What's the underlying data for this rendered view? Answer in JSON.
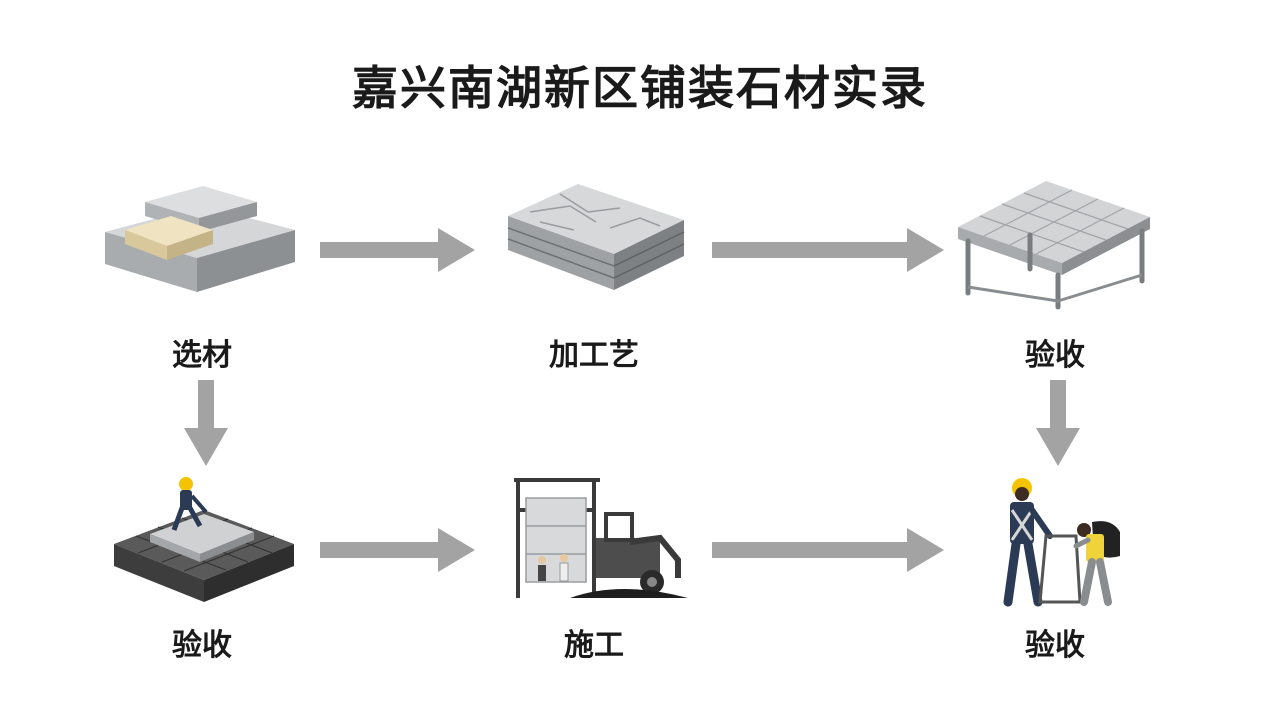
{
  "title": "嘉兴南湖新区铺装石材实录",
  "steps": [
    {
      "label": "选材",
      "icon": "stone-slabs-icon"
    },
    {
      "label": "加工艺",
      "icon": "marble-slab-stack-icon"
    },
    {
      "label": "验收",
      "icon": "paving-grid-table-icon"
    },
    {
      "label": "验收",
      "icon": "worker-laying-stone-icon"
    },
    {
      "label": "施工",
      "icon": "construction-machine-icon"
    },
    {
      "label": "验收",
      "icon": "workers-inspection-icon"
    }
  ],
  "colors": {
    "arrow": "#a3a3a3",
    "text": "#1a1a1a",
    "stone_light": "#c9cbcc",
    "stone_dark": "#4a4a4a",
    "sandstone": "#e6d9b6",
    "helmet": "#f5c400"
  }
}
